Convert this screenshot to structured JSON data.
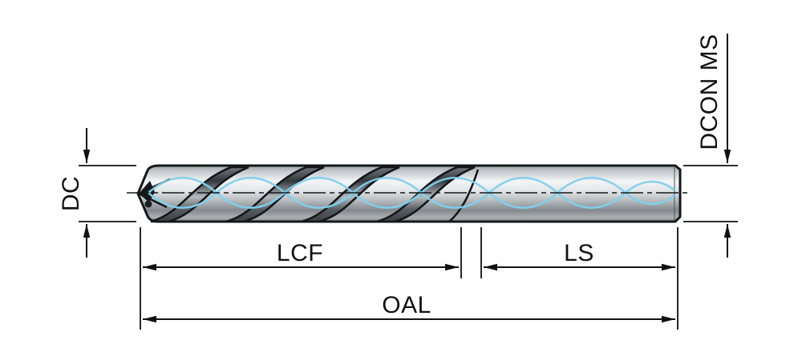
{
  "diagram": {
    "type": "technical-drawing",
    "subject": "twist-drill-with-coolant-channels",
    "labels": {
      "dc": "DC",
      "dcon": "DCON MS",
      "lcf": "LCF",
      "ls": "LS",
      "oal": "OAL"
    },
    "colors": {
      "outline": "#111111",
      "dimension": "#111111",
      "coolant_blue": "#7fd0ee",
      "metal_light": "#f3f5f6",
      "metal_dark": "#84898d"
    }
  }
}
